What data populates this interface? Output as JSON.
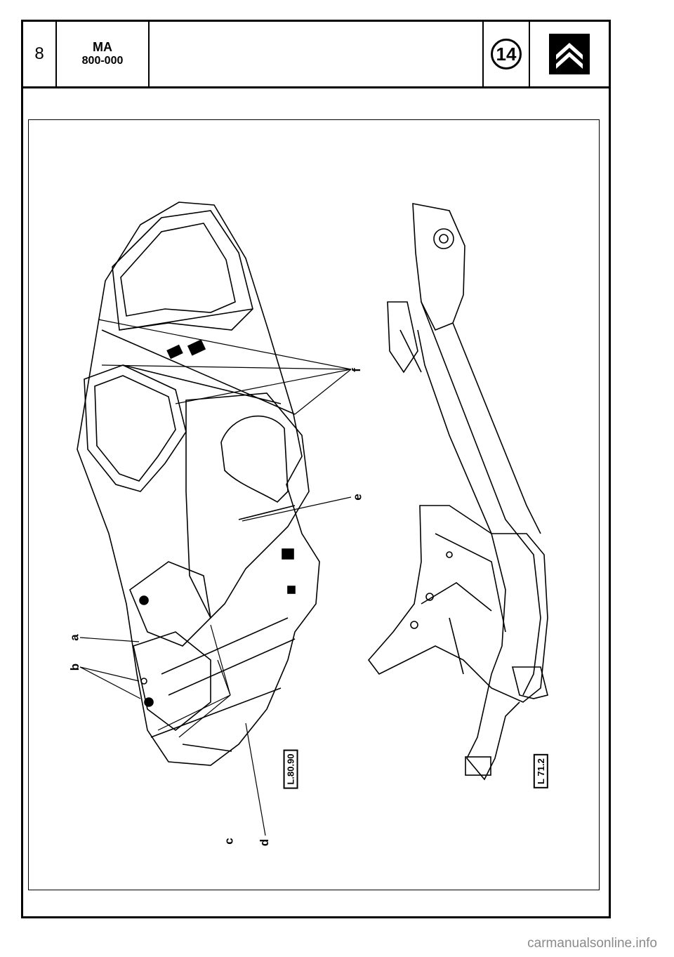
{
  "header": {
    "page_number": "8",
    "ref_line1": "MA",
    "ref_line2": "800-000",
    "chapter": "14"
  },
  "labels": {
    "a": "a",
    "b": "b",
    "c": "c",
    "d": "d",
    "e": "e",
    "f": "f"
  },
  "figure_refs": {
    "body": "L.80.90",
    "frame": "L 71.2"
  },
  "watermark": "carmanualsonline.info",
  "logo": {
    "icon": "double-chevron-icon",
    "color": "#000000"
  }
}
